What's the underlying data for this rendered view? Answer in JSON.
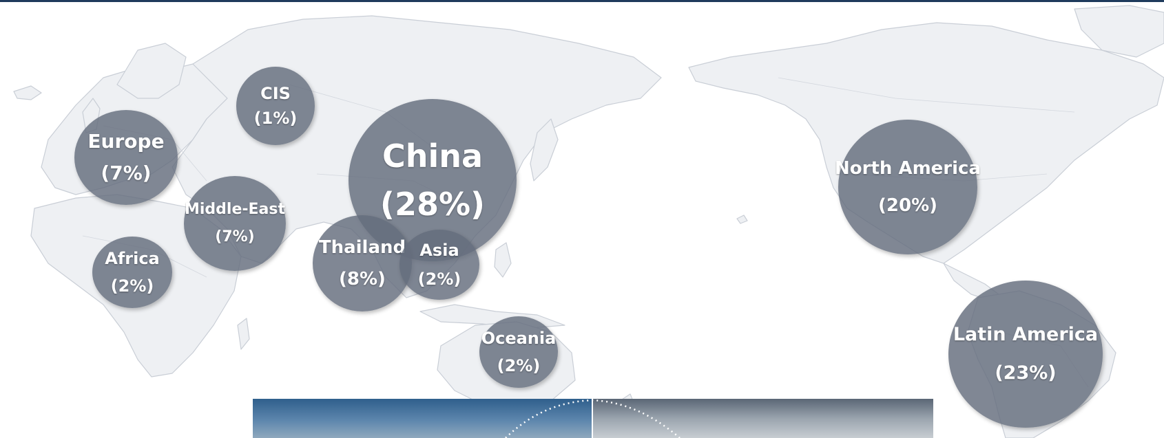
{
  "regions": [
    {
      "id": "cis",
      "name": "CIS",
      "pct": "(1%)",
      "value": 1
    },
    {
      "id": "europe",
      "name": "Europe",
      "pct": "(7%)",
      "value": 7
    },
    {
      "id": "middle-east",
      "name": "Middle-East",
      "pct": "(7%)",
      "value": 7
    },
    {
      "id": "africa",
      "name": "Africa",
      "pct": "(2%)",
      "value": 2
    },
    {
      "id": "china",
      "name": "China",
      "pct": "(28%)",
      "value": 28
    },
    {
      "id": "thailand",
      "name": "Thailand",
      "pct": "(8%)",
      "value": 8
    },
    {
      "id": "asia",
      "name": "Asia",
      "pct": "(2%)",
      "value": 2
    },
    {
      "id": "oceania",
      "name": "Oceania",
      "pct": "(2%)",
      "value": 2
    },
    {
      "id": "north-america",
      "name": "North America",
      "pct": "(20%)",
      "value": 20
    },
    {
      "id": "latin-america",
      "name": "Latin America",
      "pct": "(23%)",
      "value": 23
    }
  ],
  "colors": {
    "bubble": "#646c7d",
    "land": "#eef0f3",
    "border": "#c9ced6",
    "top_rule": "#1f3b5c"
  }
}
